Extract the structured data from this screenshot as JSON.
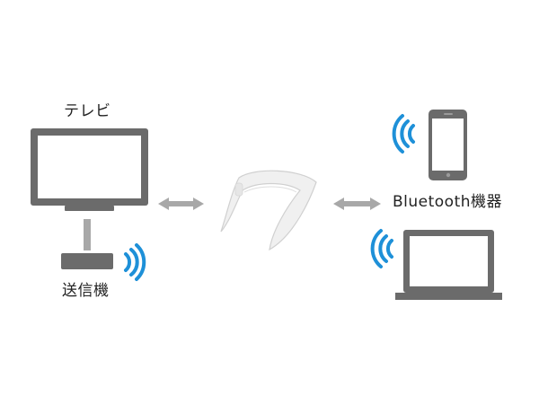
{
  "labels": {
    "tv": "テレビ",
    "transmitter": "送信機",
    "bluetooth_devices": "Bluetooth機器"
  },
  "devices": [
    {
      "id": "tv",
      "icon": "tv-icon"
    },
    {
      "id": "transmitter",
      "icon": "transmitter-icon"
    },
    {
      "id": "neckband-speaker",
      "icon": "neckband-speaker-icon"
    },
    {
      "id": "smartphone",
      "icon": "smartphone-icon"
    },
    {
      "id": "laptop",
      "icon": "laptop-icon"
    }
  ],
  "colors": {
    "device": "#6b6b6b",
    "screen": "#ffffff",
    "wireless_waves": "#1e90d8",
    "arrows": "#a8a8a8",
    "speaker": "#f0f0f0"
  }
}
